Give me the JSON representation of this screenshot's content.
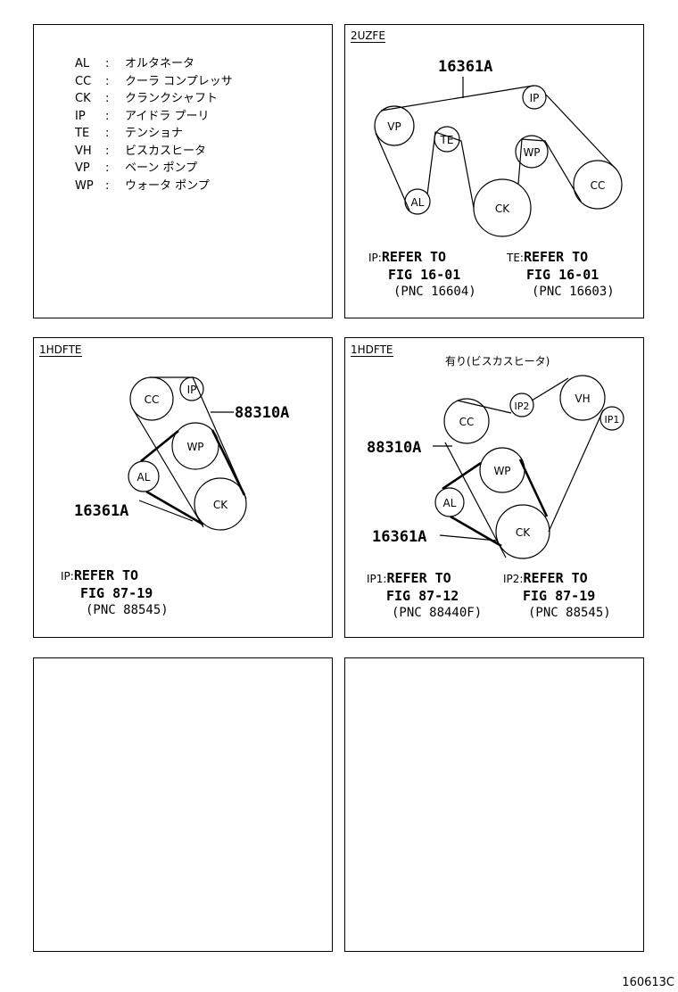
{
  "legend": [
    {
      "code": "AL",
      "sep": ":",
      "name": "オルタネータ"
    },
    {
      "code": "CC",
      "sep": ":",
      "name": "クーラ コンプレッサ"
    },
    {
      "code": "CK",
      "sep": ":",
      "name": "クランクシャフト"
    },
    {
      "code": "IP",
      "sep": ":",
      "name": "アイドラ プーリ"
    },
    {
      "code": "TE",
      "sep": ":",
      "name": "テンショナ"
    },
    {
      "code": "VH",
      "sep": ":",
      "name": "ビスカスヒータ"
    },
    {
      "code": "VP",
      "sep": ":",
      "name": "ベーン ポンプ"
    },
    {
      "code": "WP",
      "sep": ":",
      "name": "ウォータ ポンプ"
    }
  ],
  "diagram1": {
    "tag": "2UZFE",
    "part": "16361A",
    "pulleys": {
      "ip": "IP",
      "vp": "VP",
      "te": "TE",
      "al": "AL",
      "ck": "CK",
      "wp": "WP",
      "cc": "CC"
    },
    "refs": [
      {
        "prefix": "IP:",
        "line1": "REFER TO",
        "line2": "FIG 16-01",
        "line3": "(PNC 16604)"
      },
      {
        "prefix": "TE:",
        "line1": "REFER TO",
        "line2": "FIG 16-01",
        "line3": "(PNC 16603)"
      }
    ]
  },
  "diagram2": {
    "tag": "1HDFTE",
    "part_a": "88310A",
    "part_b": "16361A",
    "pulleys": {
      "cc": "CC",
      "ip": "IP",
      "wp": "WP",
      "al": "AL",
      "ck": "CK"
    },
    "refs": [
      {
        "prefix": "IP:",
        "line1": "REFER TO",
        "line2": "FIG 87-19",
        "line3": "(PNC 88545)"
      }
    ]
  },
  "diagram3": {
    "tag": "1HDFTE",
    "note": "有り(ビスカスヒータ)",
    "part_a": "88310A",
    "part_b": "16361A",
    "pulleys": {
      "cc": "CC",
      "ip2": "IP2",
      "vh": "VH",
      "ip1": "IP1",
      "wp": "WP",
      "al": "AL",
      "ck": "CK"
    },
    "refs": [
      {
        "prefix": "IP1:",
        "line1": "REFER TO",
        "line2": "FIG 87-12",
        "line3": "(PNC 88440F)"
      },
      {
        "prefix": "IP2:",
        "line1": "REFER TO",
        "line2": "FIG 87-19",
        "line3": "(PNC 88545)"
      }
    ]
  },
  "figure_code": "160613C"
}
